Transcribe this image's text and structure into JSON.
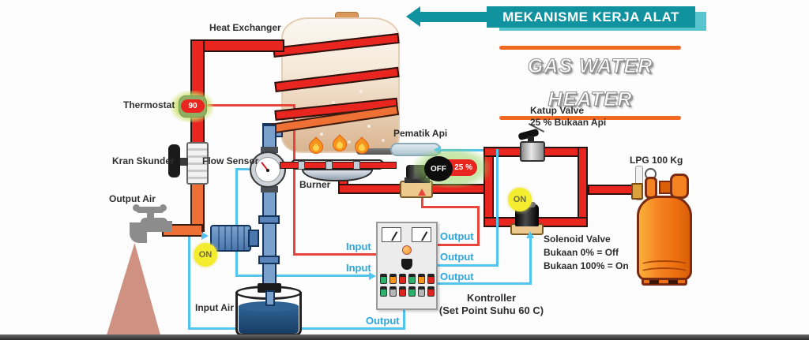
{
  "banner": {
    "title": "MEKANISME KERJA ALAT",
    "subtitle": "GAS WATER HEATER"
  },
  "labels": {
    "heat_exchanger": "Heat Exchanger",
    "thermostat": "Thermostat",
    "thermostat_value": "90",
    "kran_skunder": "Kran Skunder",
    "flow_sensor": "Flow Sensor",
    "output_air": "Output Air",
    "input_air": "Input Air",
    "pematik_api": "Pematik Api",
    "burner": "Burner",
    "katup_valve": {
      "line1": "Katup Valve",
      "line2": "25 % Bukaan Api"
    },
    "lpg": "LPG 100 Kg",
    "solenoid": {
      "line1": "Solenoid Valve",
      "line2": "Bukaan 0% = Off",
      "line3": "Bukaan 100% = On"
    },
    "kontroller": {
      "line1": "Kontroller",
      "line2": "(Set Point Suhu 60 C)"
    }
  },
  "badges": {
    "off_state": "OFF",
    "off_value": "25 %",
    "on_pump": "ON",
    "on_gas": "ON"
  },
  "io": {
    "input_thermostat": "Input",
    "input_flow": "Input",
    "output_gas": "Output",
    "output_pematik": "Output",
    "output_solenoid": "Output",
    "output_pump": "Output"
  },
  "colors": {
    "banner_teal": "#10929f",
    "accent_orange": "#f26a21",
    "pipe_red": "#e8251e",
    "pipe_orange": "#ef7034",
    "pipe_blue": "#7aa0cc",
    "signal_cyan": "#53c4f0",
    "signal_red": "#e8453c",
    "io_text": "#2aa7e0",
    "lpg_orange": "#f58220",
    "badge_yellow": "#f4ec2f"
  }
}
